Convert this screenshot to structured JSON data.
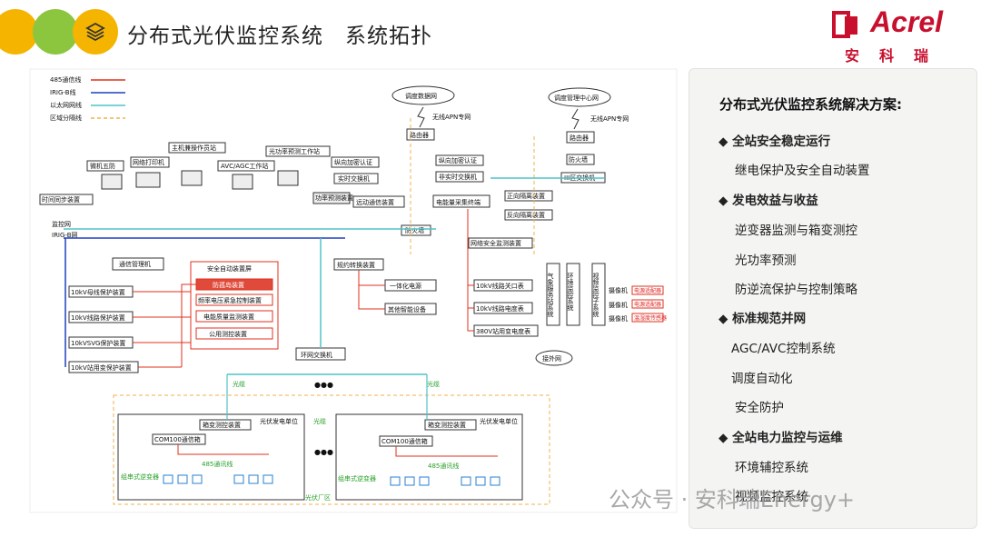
{
  "header": {
    "title": "分布式光伏监控系统　系统拓扑",
    "logo_word": "Acrel",
    "logo_cn": "安科瑞",
    "icon": "layers-icon",
    "circle_colors": [
      "#f5b400",
      "#8cc63f",
      "#5aa02c"
    ]
  },
  "legend": {
    "items": [
      {
        "label": "485通信线",
        "color": "#e0301e"
      },
      {
        "label": "IRIG-B线",
        "color": "#1f3fbf"
      },
      {
        "label": "以太网网线",
        "color": "#4fc3c8"
      },
      {
        "label": "区域分隔线",
        "color": "#f0b24a"
      }
    ]
  },
  "diagram": {
    "dispatch_net": "调度数据网",
    "dispatch_center": "调度管理中心网",
    "wireless1": "无线APN专网",
    "wireless2": "无线APN专网",
    "router1": "路由器",
    "router2": "路由器",
    "crypto1": "纵向加密认证",
    "crypto2": "纵向加密认证",
    "rt_switch": "实时交换机",
    "nrt_switch": "非实时交换机",
    "firewall_top": "防火墙",
    "zone3_switch": "III区交换机",
    "fwd_isolation": "正向隔离装置",
    "rev_isolation": "反向隔离装置",
    "remote_comm": "远动通信装置",
    "energy_terminal": "电能量采集终端",
    "net_monitor": "网络安全监测装置",
    "firewall_mid": "防火墙",
    "stations": {
      "s1": "微机五防",
      "s2": "网络打印机",
      "s3": "主机兼操作员站",
      "s4": "AVC/AGC工作站",
      "s5": "光功率预测工作站",
      "s6": "功率预测装置"
    },
    "time_sync": "时间同步装置",
    "monitor_net": "监控网",
    "irig_net": "IRIG-B网",
    "comm_mgr": "通信管理机",
    "protections": [
      "10kV母线保护装置",
      "10kV线路保护装置",
      "10kVSVG保护装置",
      "10kV站用变保护装置"
    ],
    "safety_screen": "安全自动装置屏",
    "safety_items": [
      "防孤岛装置",
      "频率电压紧急控制装置",
      "电能质量监测装置",
      "公用测控装置"
    ],
    "protocol_conv": "规约转换装置",
    "ups": "一体化电源",
    "other_smart": "其他智能设备",
    "meters": [
      "10kV线路关口表",
      "10kV线路电度表",
      "380V站用变电度表"
    ],
    "vertical": [
      "气象服务站系统",
      "环境监控系统",
      "视频监控子系统"
    ],
    "vert_sub": [
      "摄像机",
      "摄像机",
      "摄像机"
    ],
    "red_small": [
      "电源适配器",
      "电源适配器",
      "温湿度传感器"
    ],
    "access_net": "接外网",
    "ring_switch": "环网交换机",
    "fiber": "光缆",
    "fiber2": "光缆",
    "ellipsis": "●●●",
    "pv_units": [
      {
        "box_monitor": "箱变测控装置",
        "pv_unit": "光伏发电单位",
        "com": "COM100通信箱",
        "rs485": "485通讯线",
        "inverter": "组串式逆变器"
      },
      {
        "box_monitor": "箱变测控装置",
        "pv_unit": "光伏发电单位",
        "com": "COM100通信箱",
        "rs485": "485通讯线",
        "inverter": "组串式逆变器"
      }
    ],
    "fiber3": "光缆",
    "pv_zone": "光伏厂区"
  },
  "panel": {
    "title": "分布式光伏监控系统解决方案:",
    "items": [
      {
        "text": "◆ 全站安全稳定运行",
        "type": "head"
      },
      {
        "text": "继电保护及安全自动装置",
        "type": "sub"
      },
      {
        "text": "◆ 发电效益与收益",
        "type": "head"
      },
      {
        "text": "逆变器监测与箱变测控",
        "type": "sub"
      },
      {
        "text": "光功率预测",
        "type": "sub"
      },
      {
        "text": "防逆流保护与控制策略",
        "type": "sub"
      },
      {
        "text": "◆ 标准规范并网",
        "type": "head"
      },
      {
        "text": "AGC/AVC控制系统",
        "type": "sub"
      },
      {
        "text": "调度自动化",
        "type": "sub"
      },
      {
        "text": "安全防护",
        "type": "sub"
      },
      {
        "text": "◆ 全站电力监控与运维",
        "type": "head"
      },
      {
        "text": "环境辅控系统",
        "type": "sub"
      },
      {
        "text": "视频监控系统",
        "type": "sub"
      }
    ]
  },
  "watermark": "公众号 · 安科瑞Energy+"
}
